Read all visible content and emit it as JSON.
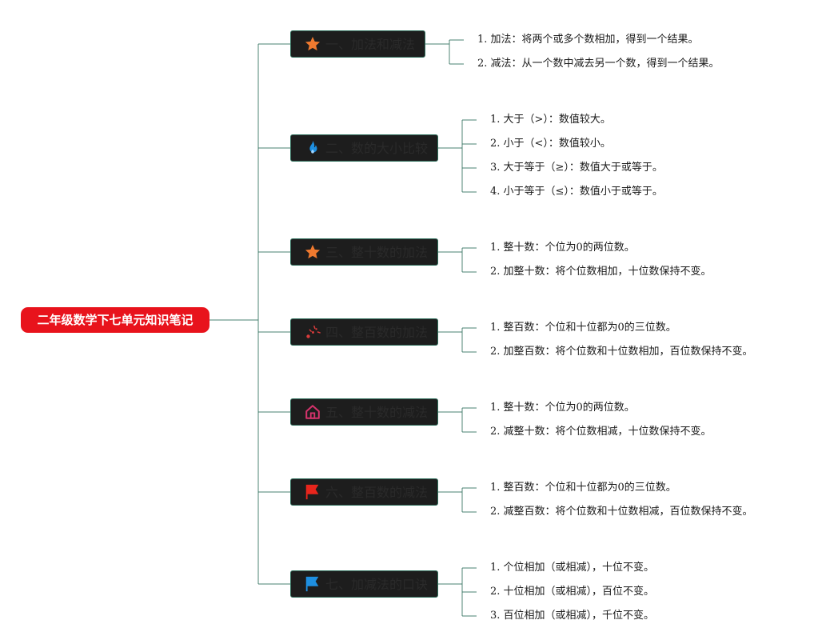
{
  "root": {
    "title": "二年级数学下七单元知识笔记"
  },
  "topics": [
    {
      "title": "一、加法和减法",
      "icon": "star-icon",
      "icon_color": "#f07a2f",
      "items": [
        "1. 加法：将两个或多个数相加，得到一个结果。",
        "2. 减法：从一个数中减去另一个数，得到一个结果。"
      ]
    },
    {
      "title": "二、数的大小比较",
      "icon": "flame-icon",
      "icon_color": "#1e8fe0",
      "items": [
        "1. 大于（>）：数值较大。",
        "2. 小于（<）：数值较小。",
        "3. 大于等于（≥）：数值大于或等于。",
        "4. 小于等于（≤）：数值小于或等于。"
      ]
    },
    {
      "title": "三、整十数的加法",
      "icon": "star-icon",
      "icon_color": "#f07a2f",
      "items": [
        "1. 整十数：个位为0的两位数。",
        "2. 加整十数：将个位数相加，十位数保持不变。"
      ]
    },
    {
      "title": "四、整百数的加法",
      "icon": "sparkle-icon",
      "icon_color": "#d93b3b",
      "items": [
        "1. 整百数：个位和十位都为0的三位数。",
        "2. 加整百数：将个位数和十位数相加，百位数保持不变。"
      ]
    },
    {
      "title": "五、整十数的减法",
      "icon": "home-icon",
      "icon_color": "#d6336c",
      "items": [
        "1. 整十数：个位为0的两位数。",
        "2. 减整十数：将个位数相减，十位数保持不变。"
      ]
    },
    {
      "title": "六、整百数的减法",
      "icon": "flag-icon",
      "icon_color": "#e8251c",
      "items": [
        "1. 整百数：个位和十位都为0的三位数。",
        "2. 减整百数：将个位数和十位数相减，百位数保持不变。"
      ]
    },
    {
      "title": "七、加减法的口诀",
      "icon": "flag-icon",
      "icon_color": "#1e8fe0",
      "items": [
        "1. 个位相加（或相减），十位不变。",
        "2. 十位相加（或相减），百位不变。",
        "3. 百位相加（或相减），千位不变。"
      ]
    }
  ],
  "colors": {
    "root_bg": "#e8131c",
    "topic_bg": "#1d1d1d",
    "line": "#2f6f5c"
  }
}
